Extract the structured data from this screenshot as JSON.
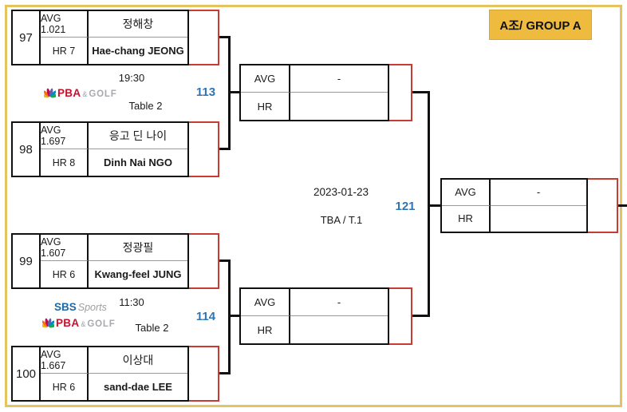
{
  "group": {
    "label": "A조/ GROUP A"
  },
  "players": [
    {
      "seed": "97",
      "avg": "AVG 1.021",
      "hr": "HR 7",
      "name_kr": "정해창",
      "name_en": "Hae-chang JEONG"
    },
    {
      "seed": "98",
      "avg": "AVG 1.697",
      "hr": "HR 8",
      "name_kr": "응고 딘 나이",
      "name_en": "Dinh Nai NGO"
    },
    {
      "seed": "99",
      "avg": "AVG 1.607",
      "hr": "HR 6",
      "name_kr": "정광필",
      "name_en": "Kwang-feel JUNG"
    },
    {
      "seed": "100",
      "avg": "AVG 1.667",
      "hr": "HR 6",
      "name_kr": "이상대",
      "name_en": "sand-dae LEE"
    }
  ],
  "matches": {
    "m113": {
      "number": "113",
      "time": "19:30",
      "table": "Table 2"
    },
    "m114": {
      "number": "114",
      "time": "11:30",
      "table": "Table 2"
    },
    "final": {
      "number": "121",
      "date": "2023-01-23",
      "venue": "TBA / T.1"
    }
  },
  "scorebox": {
    "avg_label": "AVG",
    "hr_label": "HR",
    "avg_value": "-",
    "hr_value": ""
  },
  "logos": {
    "pba": {
      "name": "PBA",
      "amp": "&",
      "suffix": "GOLF"
    },
    "sbs": {
      "name": "SBS",
      "suffix": "Sports"
    }
  },
  "colors": {
    "winner_slot_red": "#c63c30",
    "match_number_blue": "#2e75b6",
    "badge_gold": "#efbb3f",
    "frame_gold": "#e5c45f"
  }
}
